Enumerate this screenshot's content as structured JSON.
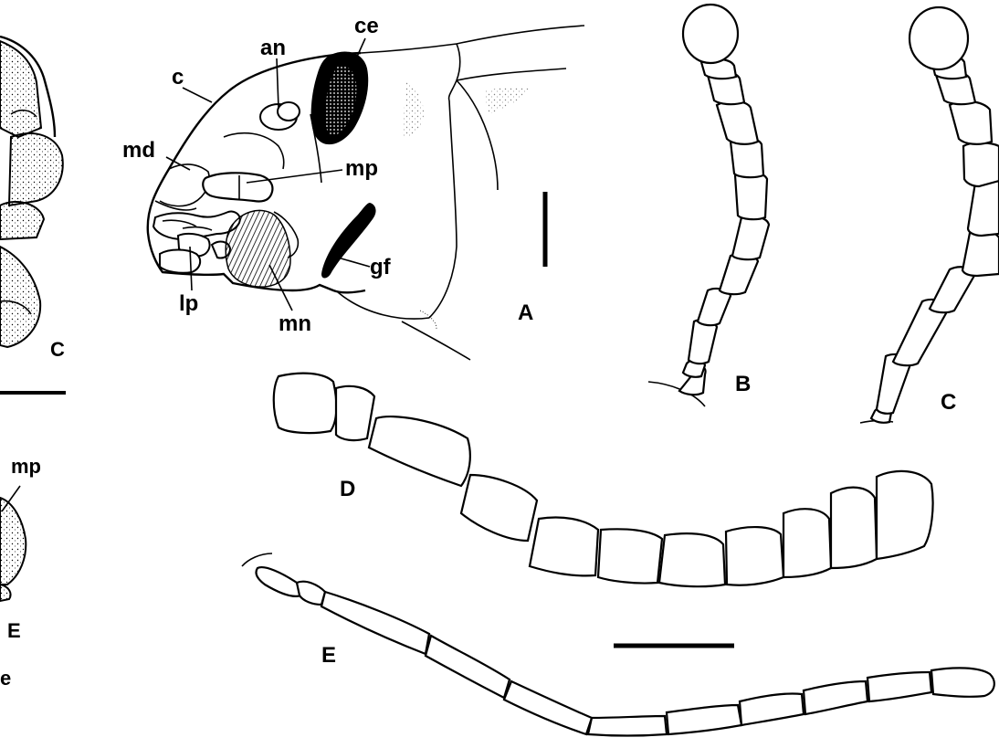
{
  "labels": {
    "an": "an",
    "ce": "ce",
    "c": "c",
    "md": "md",
    "mp": "mp",
    "lp": "lp",
    "mn": "mn",
    "gf": "gf",
    "panel_a": "A",
    "panel_b": "B",
    "panel_c": "C",
    "panel_d": "D",
    "panel_e": "E",
    "left_c": "C",
    "left_mp": "mp",
    "left_e": "E",
    "left_e_lower": "e"
  },
  "colors": {
    "ink": "#000000",
    "paper": "#ffffff"
  }
}
